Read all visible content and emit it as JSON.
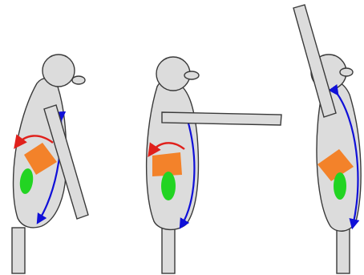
{
  "colors": {
    "body": "#dcdcdc",
    "outline": "#3a3a3a",
    "rotation_arrow": "#e0201b",
    "stretch_arrow": "#1010d8",
    "pelvis_block": "#f3822a",
    "core_marker": "#22d422"
  },
  "figures": [
    {
      "id": "slouched-with-arm-down",
      "icons": [
        "rotation-arrow-icon",
        "stretch-arrow-icon"
      ]
    },
    {
      "id": "upright-with-arm-forward",
      "icons": [
        "rotation-arrow-icon",
        "stretch-arrow-icon"
      ]
    },
    {
      "id": "arched-with-arm-up",
      "icons": [
        "stretch-arrow-icon"
      ]
    }
  ]
}
